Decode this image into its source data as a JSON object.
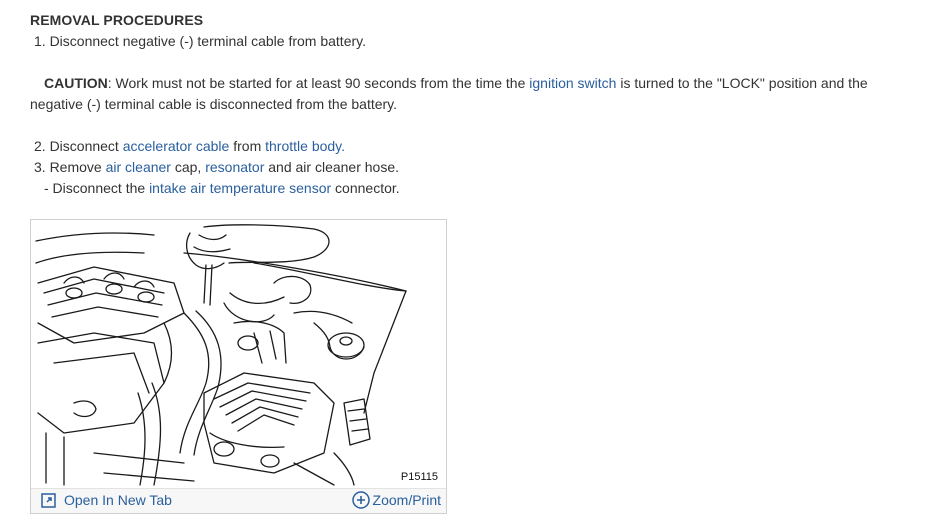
{
  "heading": "REMOVAL PROCEDURES",
  "step1": "1. Disconnect negative (-) terminal cable from battery.",
  "caution": {
    "label": "CAUTION",
    "part1": ": Work must not be started for at least 90 seconds from the time the ",
    "link1": "ignition switch",
    "part2": " is turned to the \"LOCK\" position and the",
    "line2": "negative (-) terminal cable is disconnected from the battery."
  },
  "step2": {
    "prefix": "2. Disconnect ",
    "link1": "accelerator cable",
    "mid": " from ",
    "link2": "throttle body",
    "suffix": "."
  },
  "step3": {
    "prefix": "3. Remove ",
    "link1": "air cleaner",
    "mid1": " cap, ",
    "link2": "resonator",
    "suffix": " and air cleaner hose."
  },
  "substep": {
    "prefix": "-  Disconnect the ",
    "link1": "intake air temperature sensor",
    "suffix": " connector."
  },
  "figure": {
    "code": "P15115",
    "open_tab_label": "Open In New Tab",
    "zoom_label": "Zoom/Print",
    "open_tab_icon": "open-new-tab-icon",
    "zoom_icon": "plus-circle-icon"
  },
  "colors": {
    "link": "#2a5f9e",
    "text": "#333333"
  }
}
